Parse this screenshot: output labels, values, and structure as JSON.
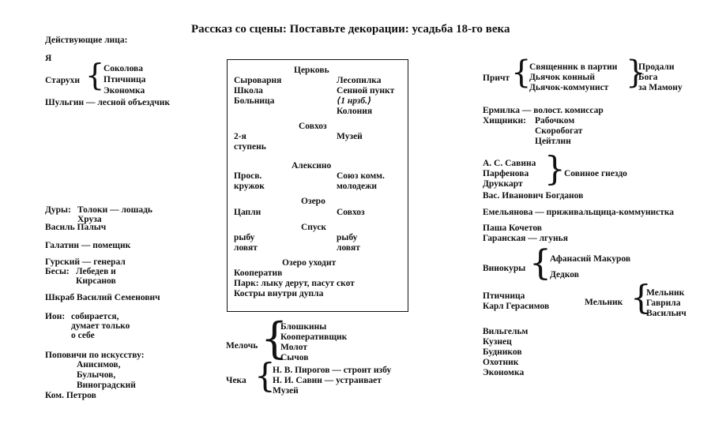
{
  "title": "Рассказ со сцены: Поставьте декорации: усадьба 18-го века",
  "left": {
    "cast_heading": "Действующие лица:",
    "ya": "Я",
    "staruhi": "Старухи",
    "staruhi_list": [
      "Соколова",
      "Птичница",
      "Экономка"
    ],
    "shulgin": "Шульгин — лесной объездчик",
    "dury": "Дуры:",
    "toloki": "Толоки — лошадь",
    "hruza": "Хруза",
    "vasil": "Василь Палыч",
    "galatin": "Галатин — помещик",
    "gursky": "Гурский — генерал",
    "besy": "Бесы:",
    "lebedev": "Лебедев и",
    "kirsanov": "Кирсанов",
    "shkrab": "Шкраб Василий Семенович",
    "ion": "Ион:",
    "ion_1": "собирается,",
    "ion_2": "думает только",
    "ion_3": "о себе",
    "popovichi": "Поповичи по искусству:",
    "popovichi_list": [
      "Анисимов,",
      "Булычов,",
      "Виноградский"
    ],
    "kom_petrov": "Ком. Петров"
  },
  "box": {
    "church": "Церковь",
    "syrovarnya": "Сыроварня",
    "lesopilka": "Лесопилка",
    "shkola": "Школа",
    "sennoy": "Сенной пункт",
    "bolnitsa": "Больница",
    "hut": "⟨1 нрзб.⟩",
    "koloniya": "Колония",
    "sovhoz1": "Совхоз",
    "stupen_a": "2-я",
    "stupen_b": "ступень",
    "muzey": "Музей",
    "aleksino": "Алексино",
    "prosv_a": "Просв.",
    "prosv_b": "кружок",
    "soyuz_a": "Союз комм.",
    "soyuz_b": "молодежи",
    "ozero": "Озеро",
    "tsapli": "Цапли",
    "sovhoz2": "Совхоз",
    "spusk": "Спуск",
    "ryby_l_a": "рыбу",
    "ryby_l_b": "ловят",
    "ryby_r_a": "рыбу",
    "ryby_r_b": "ловят",
    "ozero_uhodit": "Озеро уходит",
    "kooperativ": "Кооператив",
    "park": "Парк: лыку дерут, пасут скот",
    "kostry": "Костры внутри дупла"
  },
  "bottom": {
    "meloch": "Мелочь",
    "meloch_list": [
      "Блошкины",
      "Кооперативщик",
      "Молот",
      "Сычов"
    ],
    "cheka": "Чека",
    "cheka_list": [
      "Н. В. Пирогов — строит избу",
      "Н. И. Савин — устраивает",
      "Музей"
    ]
  },
  "right": {
    "prichit": "Причт",
    "prichit_list": [
      "Священник в партии",
      "Дьячок конный",
      "Дьячок-коммунист"
    ],
    "prodali": [
      "Продали",
      "Бога",
      "за Мамону"
    ],
    "ermilka": "Ермилка — волост. комиссар",
    "hishchniki": "Хищники:",
    "hishchniki_list": [
      "Рабочком",
      "Скоробогат",
      "Цейтлин"
    ],
    "savina_list": [
      "А. С. Савина",
      "Парфенова",
      "Друккарт"
    ],
    "sovinoe": "Совиное гнездо",
    "bogdanov": "Вас. Иванович Богданов",
    "emelyanova": "Емельянова — приживальщица-коммунистка",
    "pasha": "Паша Кочетов",
    "garanskaya": "Гаранская — лгунья",
    "vinokury": "Винокуры",
    "vinokury_list": [
      "Афанасий Макуров",
      "Дедков"
    ],
    "ptichnitsa": "Птичница",
    "karl": "Карл Герасимов",
    "melnik": "Мельник",
    "melnik_list": [
      "Мельник",
      "Гаврила",
      "Васильич"
    ],
    "tail_list": [
      "Вильгельм",
      "Кузнец",
      "Будников",
      "Охотник",
      "Экономка"
    ]
  }
}
